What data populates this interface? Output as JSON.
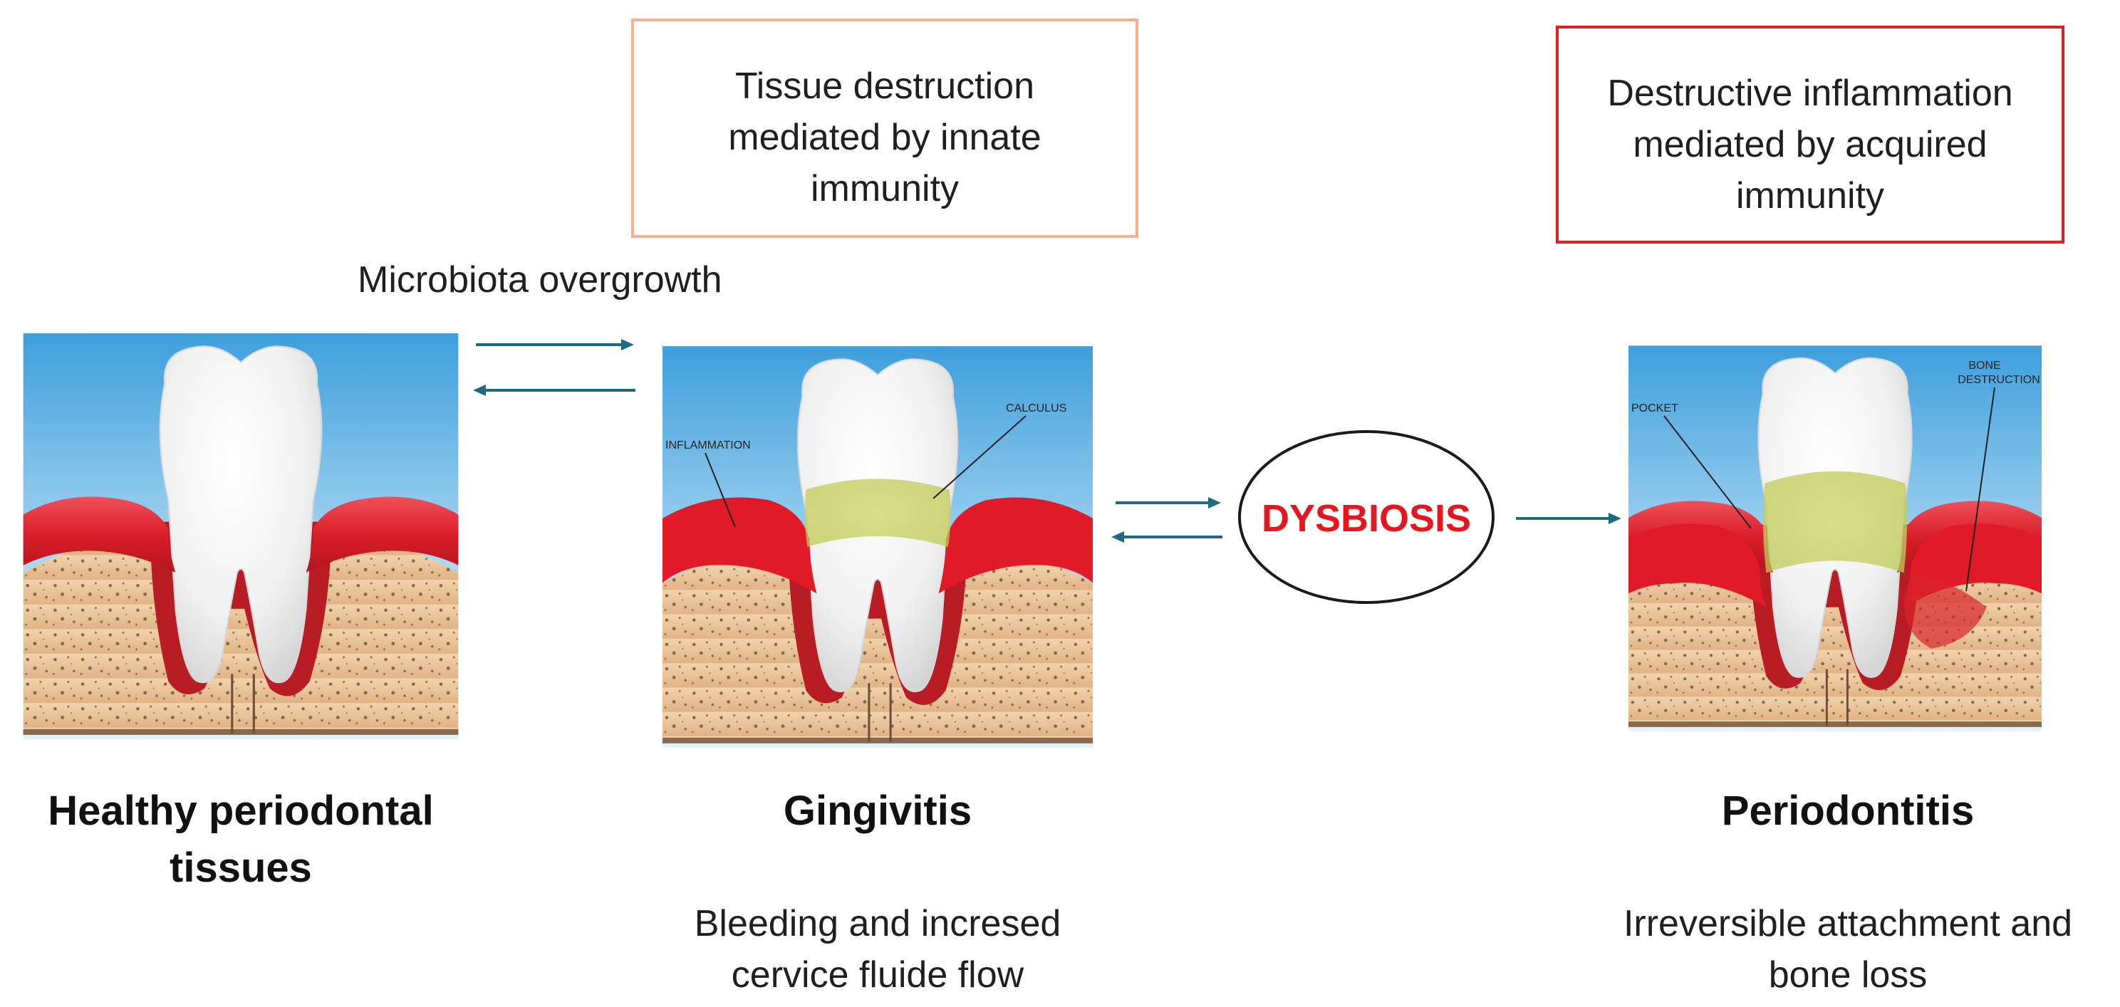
{
  "boxes": {
    "innate": {
      "line1": "Tissue destruction",
      "line2": "mediated by innate",
      "line3": "immunity",
      "border_color": "#F4B08F"
    },
    "acquired": {
      "line1": "Destructive inflammation",
      "line2": "mediated by acquired",
      "line3": "immunity",
      "border_color": "#E02020"
    }
  },
  "microbiota_label": "Microbiota overgrowth",
  "dysbiosis": {
    "label": "DYSBIOSIS",
    "color": "#E8141E"
  },
  "arrow_color": "#1E6A82",
  "stages": {
    "healthy": {
      "line1": "Healthy periodontal",
      "line2": "tissues"
    },
    "gingivitis": {
      "title": "Gingivitis",
      "desc_line1": "Bleeding and incresed",
      "desc_line2": "cervice fluide flow",
      "annotations": {
        "inflammation": "INFLAMMATION",
        "calculus": "CALCULUS"
      }
    },
    "periodontitis": {
      "title": "Periodontitis",
      "desc_line1": "Irreversible attachment and",
      "desc_line2": "bone loss",
      "annotations": {
        "pocket": "POCKET",
        "bone_line1": "BONE",
        "bone_line2": "DESTRUCTION"
      }
    }
  },
  "palette": {
    "sky_top": "#3E9FDC",
    "sky_bottom": "#D6ECF8",
    "gum": "#D91F2A",
    "gum_dark": "#A8121B",
    "bone": "#EBC39A",
    "bone_dark": "#C9955E",
    "tooth": "#FAFAFA",
    "plaque": "#C9D66A"
  }
}
